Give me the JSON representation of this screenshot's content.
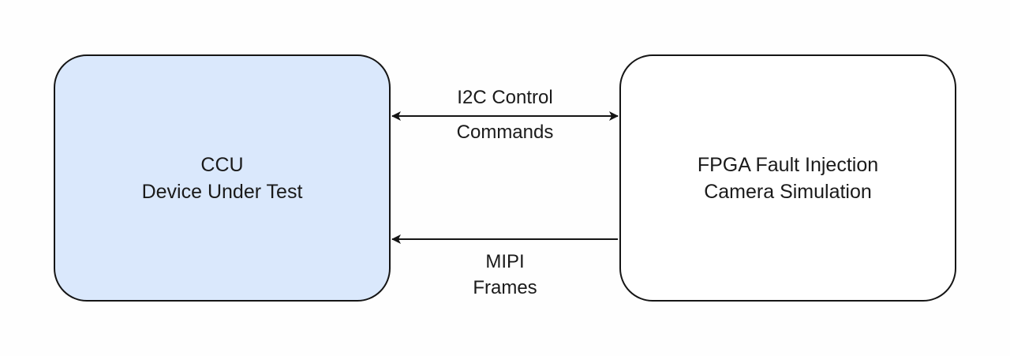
{
  "diagram": {
    "nodes": [
      {
        "id": "ccu",
        "lines": [
          "CCU",
          "Device Under Test"
        ],
        "fill": "#dae8fc",
        "stroke": "#151515"
      },
      {
        "id": "fpga",
        "lines": [
          "FPGA Fault Injection",
          "Camera Simulation"
        ],
        "fill": "#ffffff",
        "stroke": "#151515"
      }
    ],
    "edges": [
      {
        "from": "ccu",
        "to": "fpga",
        "direction": "bidirectional",
        "label_lines": [
          "I2C Control",
          "Commands"
        ]
      },
      {
        "from": "fpga",
        "to": "ccu",
        "direction": "to-ccu",
        "label_lines": [
          "MIPI",
          "Frames"
        ]
      }
    ]
  }
}
